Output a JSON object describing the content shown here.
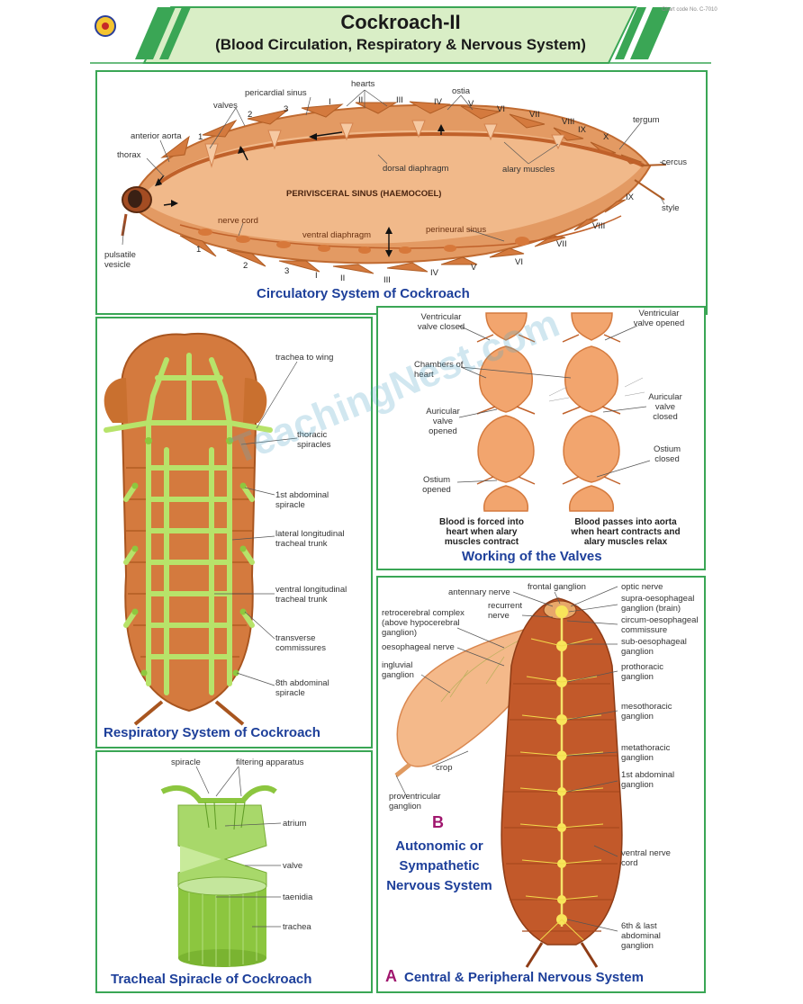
{
  "header": {
    "title": "Cockroach-II",
    "subtitle": "(Blood Circulation, Respiratory & Nervous System)",
    "top_code": "Chart code No. C-7010"
  },
  "circulatory": {
    "caption": "Circulatory System of Cockroach",
    "center_label": "PERIVISCERAL SINUS (HAEMOCOEL)",
    "labels": {
      "pericardial_sinus": "pericardial sinus",
      "hearts": "hearts",
      "ostia": "ostia",
      "valves": "valves",
      "anterior_aorta": "anterior aorta",
      "thorax": "thorax",
      "tergum": "tergum",
      "cercus": "cercus",
      "style": "style",
      "dorsal_diaphragm": "dorsal diaphragm",
      "alary_muscles": "alary muscles",
      "nerve_cord": "nerve cord",
      "ventral_diaphragm": "ventral diaphragm",
      "perineural_sinus": "perineural sinus",
      "pulsatile_vesicle": "pulsatile vesicle"
    },
    "top_numbers": [
      "1",
      "2",
      "3",
      "I",
      "II",
      "III",
      "IV",
      "V",
      "VI",
      "VII",
      "VIII",
      "IX",
      "X"
    ],
    "bottom_numbers": [
      "1",
      "2",
      "3",
      "I",
      "II",
      "III",
      "IV",
      "V",
      "VI",
      "VII",
      "VIII",
      "IX"
    ]
  },
  "respiratory": {
    "caption": "Respiratory System of Cockroach",
    "labels": {
      "trachea_to_wing": "trachea to wing",
      "thoracic_spiracles": "thoracic spiracles",
      "first_abdominal_spiracle": "1st abdominal spiracle",
      "lateral_trunk": "lateral longitudinal tracheal trunk",
      "ventral_trunk": "ventral longitudinal tracheal trunk",
      "transverse": "transverse commissures",
      "eighth_spiracle": "8th abdominal spiracle"
    }
  },
  "valves": {
    "caption": "Working of the Valves",
    "labels": {
      "ventricular_closed": "Ventricular valve closed",
      "ventricular_opened": "Ventricular valve opened",
      "chambers": "Chambers of heart",
      "auricular_opened": "Auricular valve opened",
      "auricular_closed": "Auricular valve closed",
      "ostium_closed": "Ostium closed",
      "ostium_opened": "Ostium opened"
    },
    "left_note": "Blood is forced into heart when alary muscles contract",
    "right_note": "Blood passes into aorta when heart contracts and alary muscles relax"
  },
  "spiracle": {
    "caption": "Tracheal Spiracle of Cockroach",
    "labels": {
      "spiracle": "spiracle",
      "filtering": "filtering apparatus",
      "atrium": "atrium",
      "valve": "valve",
      "taenidia": "taenidia",
      "trachea": "trachea"
    }
  },
  "nervous": {
    "caption_a": "Central & Peripheral Nervous System",
    "letter_a": "A",
    "letter_b": "B",
    "caption_b": "Autonomic or Sympathetic Nervous System",
    "labels": {
      "antennary": "antennary nerve",
      "frontal": "frontal ganglion",
      "optic": "optic nerve",
      "supra": "supra-oesophageal ganglion (brain)",
      "circum": "circum-oesophageal commissure",
      "sub": "sub-oesophageal ganglion",
      "retro": "retrocerebral complex (above hypocerebral ganglion)",
      "recurrent": "recurrent nerve",
      "oeso": "oesophageal nerve",
      "ingluvial": "ingluvial ganglion",
      "prothoracic": "prothoracic ganglion",
      "mesothoracic": "mesothoracic ganglion",
      "metathoracic": "metathoracic ganglion",
      "first_abd": "1st abdominal ganglion",
      "crop": "crop",
      "proventricular": "proventricular ganglion",
      "ventral_cord": "ventral nerve cord",
      "sixth": "6th & last abdominal ganglion"
    }
  },
  "watermark": "TeachingNest.com",
  "colors": {
    "border_green": "#3aa655",
    "caption_blue": "#1d3f9a",
    "body_orange": "#e0915a",
    "trachea_green": "#b7e36a",
    "magenta": "#a0166e"
  }
}
